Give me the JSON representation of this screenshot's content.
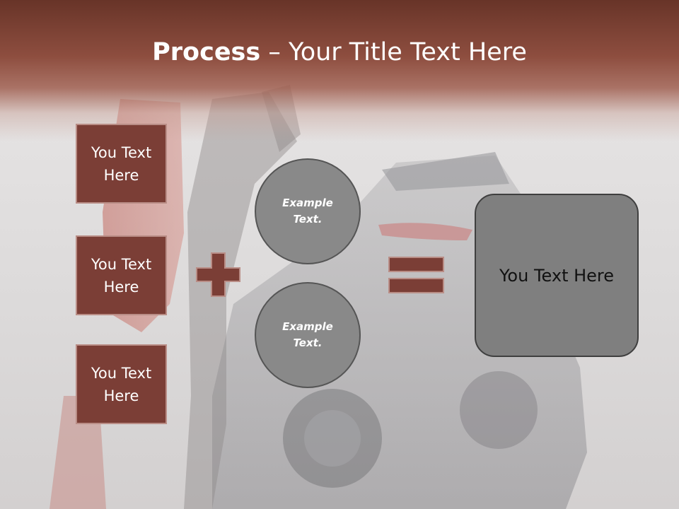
{
  "slide": {
    "title_bold": "Process",
    "title_rest": " – Your Title Text Here",
    "boxes": [
      {
        "label": "You Text Here"
      },
      {
        "label": "You Text Here"
      },
      {
        "label": "You Text Here"
      }
    ],
    "circles": [
      {
        "label": "Example Text."
      },
      {
        "label": "Example Text."
      }
    ],
    "result": {
      "label": "You Text Here"
    },
    "operators": {
      "plus_icon": "plus-icon",
      "equals_icon": "equals-icon"
    },
    "colors": {
      "header": "#7b3e36",
      "box_fill": "#7b3e36",
      "operator": "#7b3e36",
      "circle_fill": "#898989",
      "result_fill": "#7f7f7f"
    }
  }
}
